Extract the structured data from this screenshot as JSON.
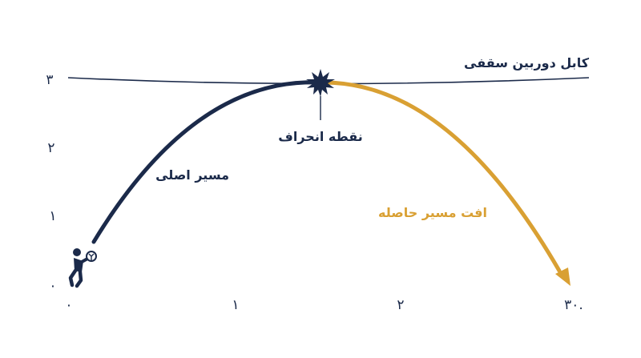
{
  "colors": {
    "navy": "#1b2a4a",
    "gold": "#d9a033",
    "background": "#ffffff"
  },
  "axes": {
    "x_ticks": [
      "۰",
      "۱",
      "۲",
      "۳۰."
    ],
    "y_ticks": [
      "۰",
      "۱",
      "۲",
      "۳"
    ]
  },
  "labels": {
    "cable": "کابل دوربین سقفی",
    "deflection_point": "نقطه انحراف",
    "main_path": "مسیر اصلی",
    "resulting_path": "افت مسیر حاصله"
  },
  "icons": {
    "player": "player-catching-ball-icon",
    "impact": "impact-star-icon",
    "arrowhead": "arrowhead-icon"
  }
}
